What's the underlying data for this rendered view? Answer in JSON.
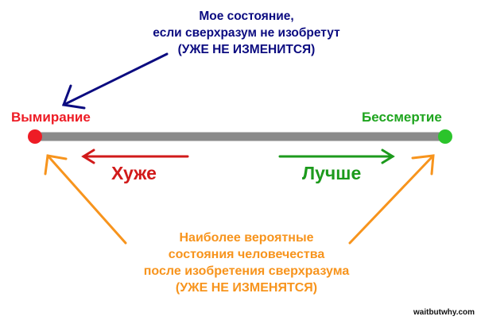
{
  "top_note": {
    "line1": "Мое состояние,",
    "line2": "если сверхразум не изобретут",
    "line3": "(УЖЕ НЕ ИЗМЕНИТСЯ)"
  },
  "scale": {
    "left_label": "Вымирание",
    "right_label": "Бессмертие"
  },
  "direction": {
    "worse_label": "Хуже",
    "better_label": "Лучше"
  },
  "bottom_note": {
    "line1": "Наиболее вероятные",
    "line2": "состояния человечества",
    "line3": "после изобретения сверхразума",
    "line4": "(УЖЕ НЕ ИЗМЕНЯТСЯ)"
  },
  "watermark": "waitbutwhy.com",
  "colors": {
    "navy": "#0b0b80",
    "red": "#ee1c25",
    "green": "#1fa51f",
    "orange": "#f7941d",
    "bar": "#8a8a8a"
  }
}
